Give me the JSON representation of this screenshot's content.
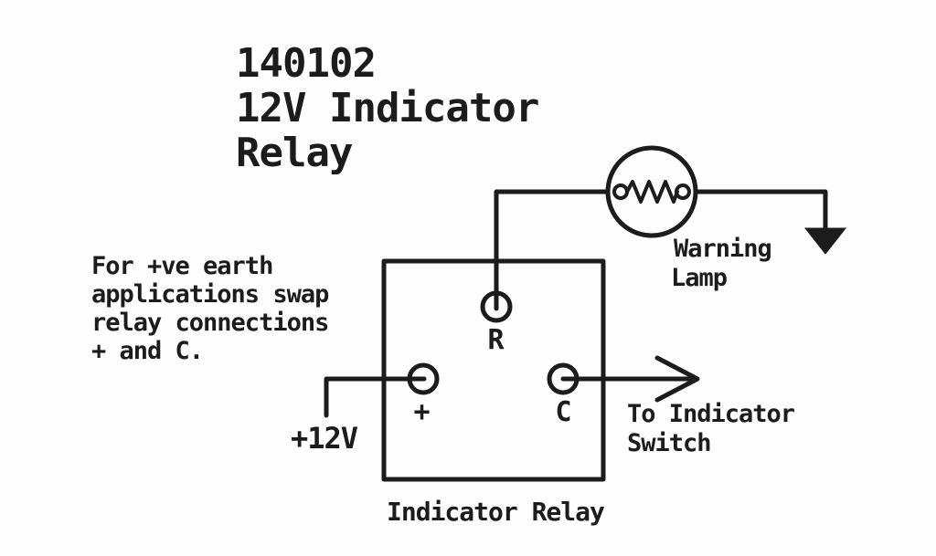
{
  "colors": {
    "ink": "#1c1c1c",
    "background": "#fefefe"
  },
  "title": {
    "line1": "140102",
    "line2": "12V Indicator",
    "line3": "Relay"
  },
  "note": {
    "line1": "For +ve earth",
    "line2": "applications swap",
    "line3": "relay connections",
    "line4": "+ and C."
  },
  "relay": {
    "caption": "Indicator Relay",
    "terminals": {
      "r": "R",
      "plus": "+",
      "c": "C"
    }
  },
  "labels": {
    "supply": "+12V",
    "warning_lamp_line1": "Warning",
    "warning_lamp_line2": "Lamp",
    "switch_line1": "To Indicator",
    "switch_line2": "Switch"
  }
}
